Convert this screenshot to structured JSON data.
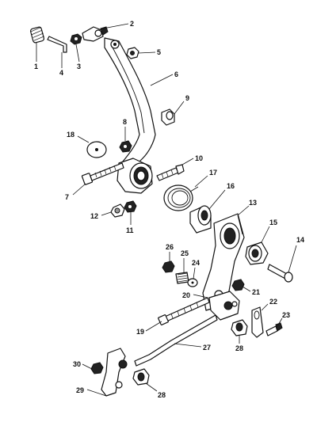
{
  "callouts": {
    "c1": "1",
    "c2": "2",
    "c3": "3",
    "c4": "4",
    "c5": "5",
    "c6": "6",
    "c7": "7",
    "c8": "8",
    "c9": "9",
    "c10": "10",
    "c11": "11",
    "c12": "12",
    "c13": "13",
    "c14": "14",
    "c15": "15",
    "c16": "16",
    "c17": "17",
    "c18": "18",
    "c19": "19",
    "c20": "20",
    "c21": "21",
    "c22": "22",
    "c23": "23",
    "c24": "24",
    "c25": "25",
    "c26": "26",
    "c27": "27",
    "c28a": "28",
    "c28b": "28",
    "c29": "29",
    "c30": "30"
  }
}
